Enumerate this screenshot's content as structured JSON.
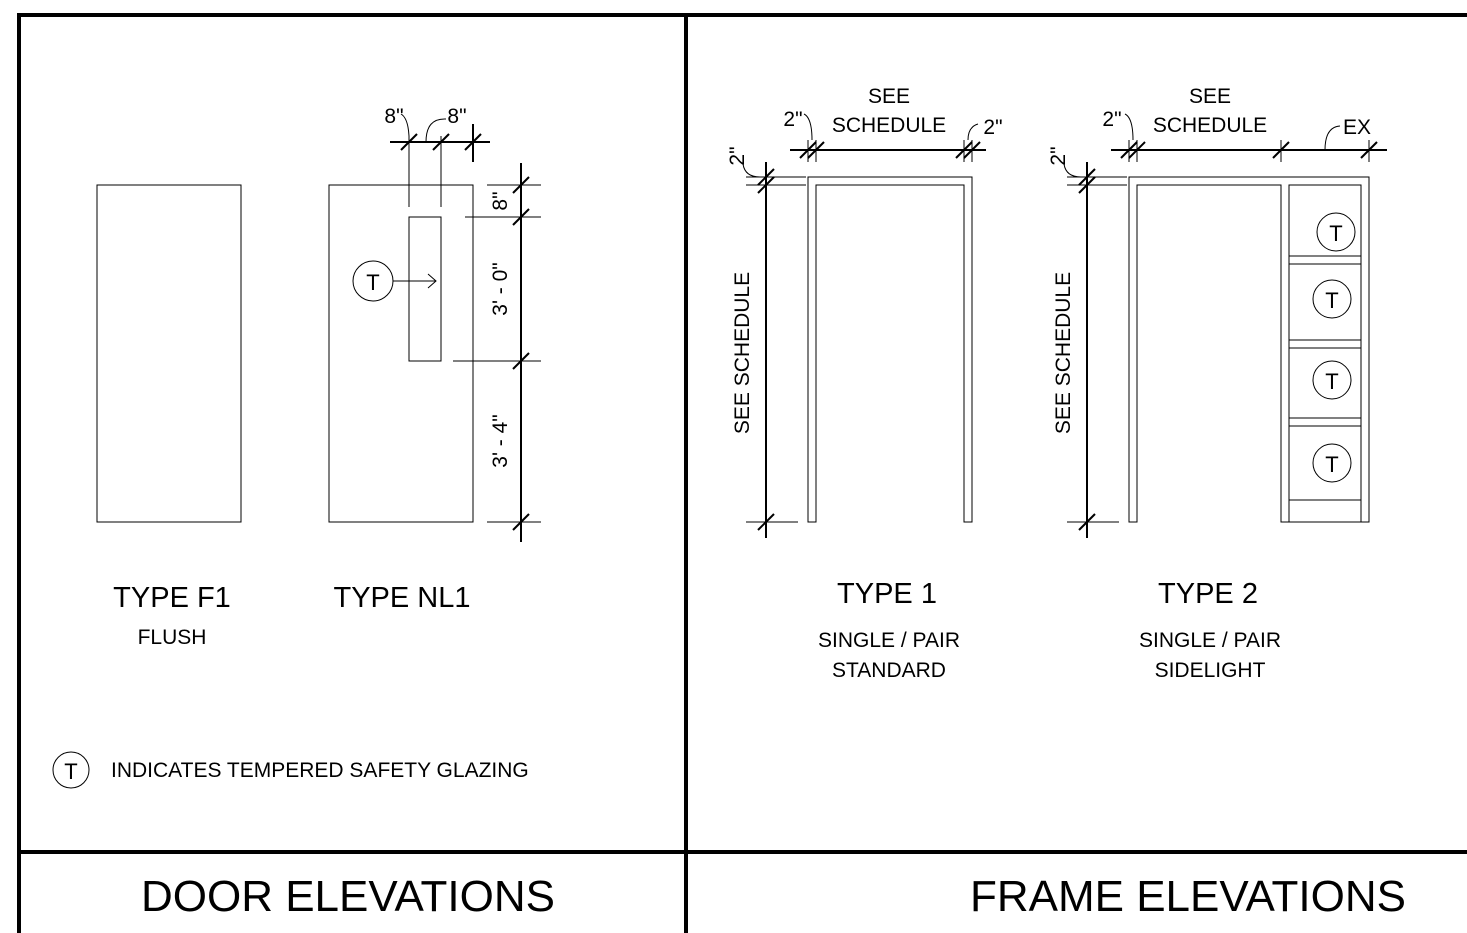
{
  "door_elevations": {
    "title": "DOOR ELEVATIONS",
    "type_f1": {
      "name": "TYPE F1",
      "desc": "FLUSH"
    },
    "type_nl1": {
      "name": "TYPE NL1",
      "dims": {
        "left": "8\"",
        "right": "8\"",
        "top": "8\"",
        "lite": "3' - 0\"",
        "bottom": "3' - 4\""
      }
    },
    "tag_letter": "T",
    "legend_text": "INDICATES TEMPERED SAFETY GLAZING"
  },
  "frame_elevations": {
    "title": "FRAME ELEVATIONS",
    "type_1": {
      "name": "TYPE 1",
      "desc_line1": "SINGLE / PAIR",
      "desc_line2": "STANDARD",
      "see1": "SEE",
      "see2": "SCHEDULE",
      "dim_left": "2\"",
      "dim_right": "2\"",
      "dim_head": "2\"",
      "height_label": "SEE SCHEDULE"
    },
    "type_2": {
      "name": "TYPE 2",
      "desc_line1": "SINGLE / PAIR",
      "desc_line2": "SIDELIGHT",
      "see1": "SEE",
      "see2": "SCHEDULE",
      "dim_left": "2\"",
      "dim_ex": "EX",
      "dim_head": "2\"",
      "height_label": "SEE SCHEDULE"
    }
  }
}
